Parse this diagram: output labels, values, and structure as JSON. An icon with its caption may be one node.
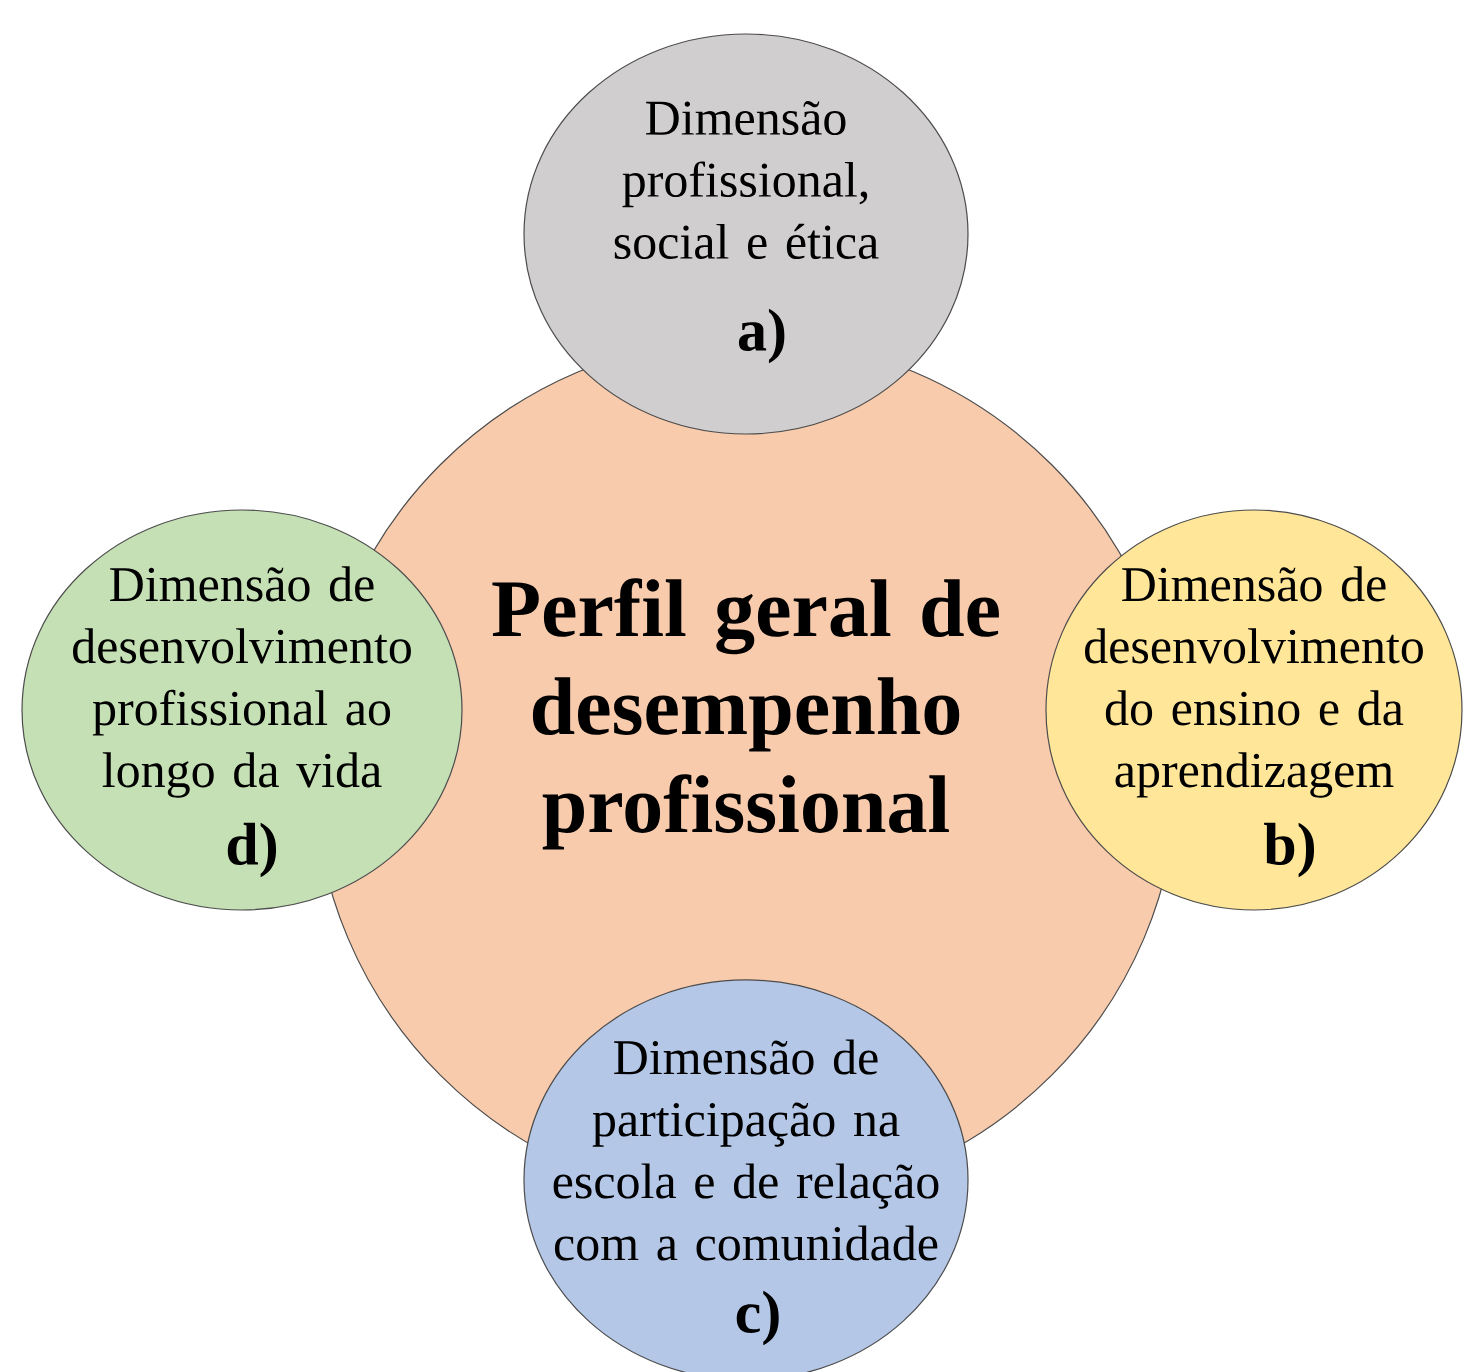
{
  "diagram": {
    "nodes": [
      {
        "text": [
          "Dimensão profissional, social e ética",
          "a)"
        ]
      },
      {
        "text": [
          "Dimensão de desenvolvimento profissional ao longo da vida",
          "d)"
        ]
      },
      {
        "text": [
          "Perfil geral de desempenho profissional"
        ]
      },
      {
        "text": [
          "Dimensão de desenvolvimento do ensino e da aprendizagem",
          "b)"
        ]
      },
      {
        "text": [
          "Dimensão de participação na escola e de relação com a comunidade",
          "c)"
        ]
      }
    ]
  }
}
